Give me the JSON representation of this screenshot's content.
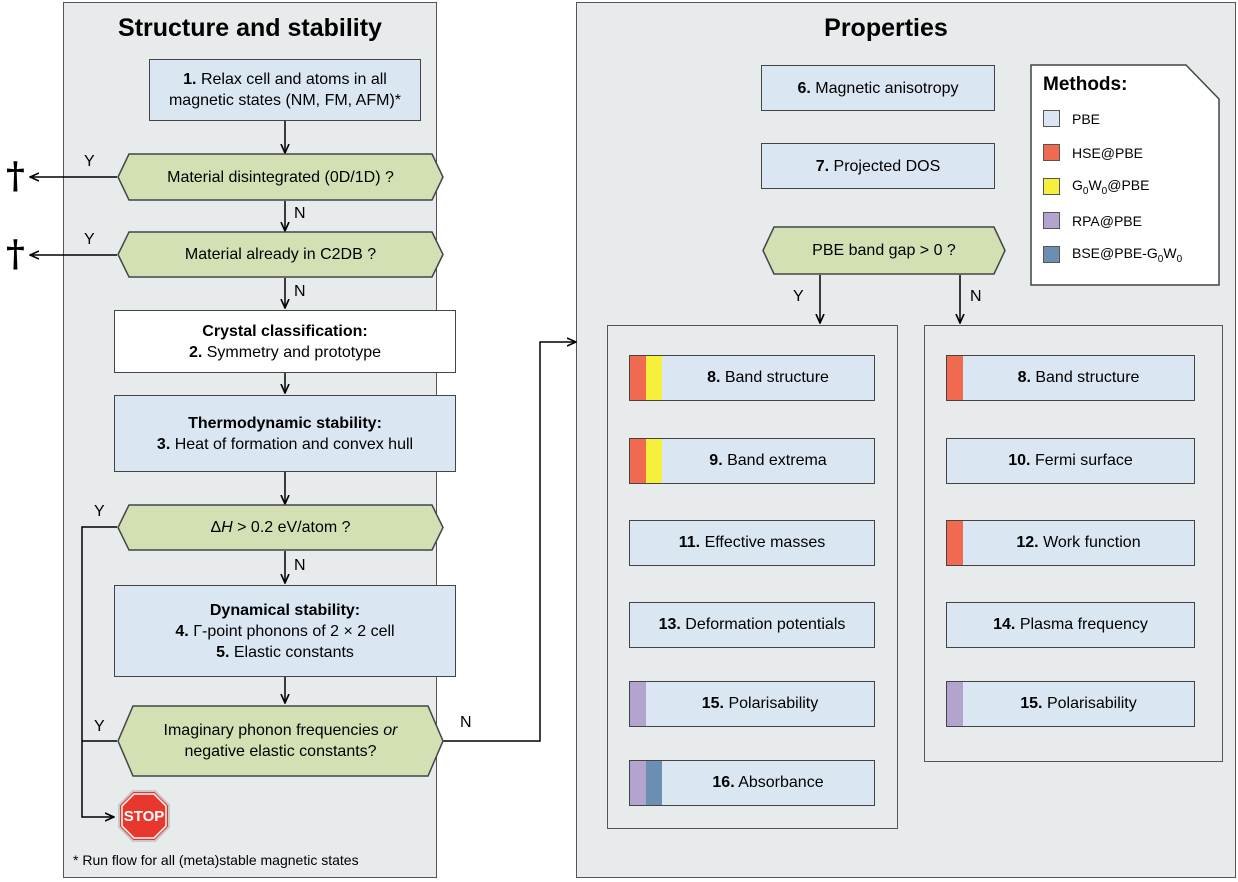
{
  "left": {
    "title": "Structure and stability",
    "step1": {
      "num": "1.",
      "line1": "Relax cell and atoms in all",
      "line2": "magnetic states (NM, FM, AFM)*"
    },
    "q1": "Material disintegrated (0D/1D) ?",
    "q2": "Material already in C2DB ?",
    "step2": {
      "heading": "Crystal classification:",
      "num": "2.",
      "text": "Symmetry and prototype"
    },
    "step3": {
      "heading": "Thermodynamic stability:",
      "num": "3.",
      "text": "Heat of formation and convex hull"
    },
    "q3": {
      "delta": "Δ",
      "h": "H",
      "rest": " > 0.2 eV/atom ?"
    },
    "step45": {
      "heading": "Dynamical stability:",
      "num4": "4.",
      "text4": "Γ-point phonons of 2 × 2 cell",
      "num5": "5.",
      "text5": "Elastic constants"
    },
    "q4": {
      "line1a": "Imaginary phonon frequencies ",
      "line1b": "or",
      "line2": "negative elastic constants?"
    },
    "stop": "STOP",
    "footnote": "* Run flow for all (meta)stable magnetic states"
  },
  "labels": {
    "yes": "Y",
    "no": "N",
    "dagger": "†"
  },
  "right": {
    "title": "Properties",
    "step6": {
      "num": "6.",
      "text": "Magnetic anisotropy"
    },
    "step7": {
      "num": "7.",
      "text": "Projected DOS"
    },
    "q5": "PBE band gap > 0 ?",
    "gap_props": [
      {
        "num": "8.",
        "text": "Band structure",
        "methods": [
          "HSE@PBE",
          "G0W0@PBE"
        ]
      },
      {
        "num": "9.",
        "text": "Band extrema",
        "methods": [
          "HSE@PBE",
          "G0W0@PBE"
        ]
      },
      {
        "num": "11.",
        "text": "Effective masses",
        "methods": []
      },
      {
        "num": "13.",
        "text": "Deformation potentials",
        "methods": []
      },
      {
        "num": "15.",
        "text": "Polarisability",
        "methods": [
          "RPA@PBE"
        ]
      },
      {
        "num": "16.",
        "text": "Absorbance",
        "methods": [
          "RPA@PBE",
          "BSE@PBE-G0W0"
        ]
      }
    ],
    "metal_props": [
      {
        "num": "8.",
        "text": "Band structure",
        "methods": [
          "HSE@PBE"
        ]
      },
      {
        "num": "10.",
        "text": "Fermi surface",
        "methods": []
      },
      {
        "num": "12.",
        "text": "Work function",
        "methods": [
          "HSE@PBE"
        ]
      },
      {
        "num": "14.",
        "text": "Plasma frequency",
        "methods": []
      },
      {
        "num": "15.",
        "text": "Polarisability",
        "methods": [
          "RPA@PBE"
        ]
      }
    ]
  },
  "legend": {
    "title": "Methods:",
    "items": [
      {
        "name": "PBE",
        "color": "#dbe6f3"
      },
      {
        "name": "HSE@PBE",
        "color": "#f06a4f"
      },
      {
        "name": "G0W0@PBE",
        "color": "#f6ef3c"
      },
      {
        "name": "RPA@PBE",
        "color": "#b3a3cf"
      },
      {
        "name": "BSE@PBE-G0W0",
        "color": "#6b8fb3"
      }
    ]
  },
  "colors": {
    "panel": "#e7ebeb",
    "box": "#dbe6f3",
    "decision": "#d3e0b3",
    "stop": "#e8372c"
  }
}
